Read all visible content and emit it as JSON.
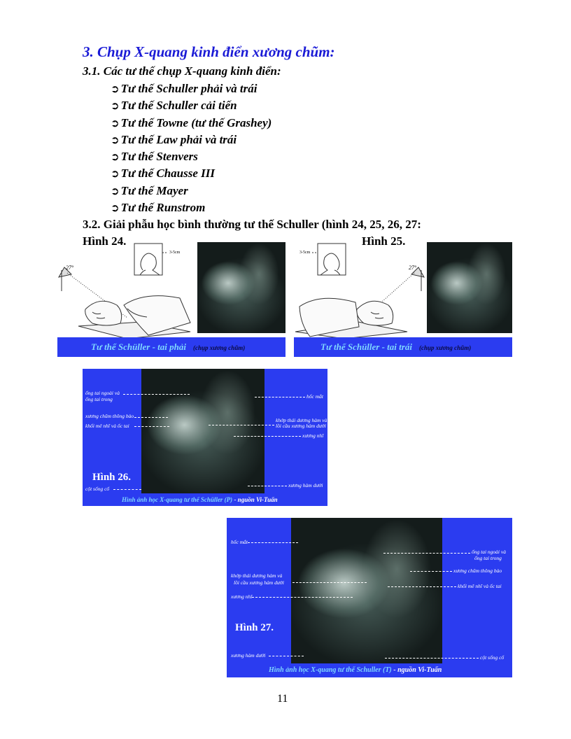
{
  "heading": "3. Chụp X-quang kinh điển xương chũm:",
  "subheading_31": "3.1. Các tư thế chụp X-quang kinh điển:",
  "positions": [
    "Tư thế Schuller phải và trái",
    "Tư thế Schuller cải tiến",
    "Tư thế Towne (tư thế Grashey)",
    "Tư thế Law phải và trái",
    "Tư thế Stenvers",
    "Tư thế Chausse III",
    "Tư thế Mayer",
    "Tư thế Runstrom"
  ],
  "subheading_32": "3.2. Giải phẫu học bình thường tư thế Schuller (hình 24, 25, 26, 27:",
  "figure24": {
    "label": "Hình 24.",
    "caption": "Tư thế Schüller - tai phải",
    "caption_small": "(chụp xương chũm)",
    "angle": "27°",
    "scale": "3-5cm"
  },
  "figure25": {
    "label": "Hình 25.",
    "caption": "Tư thế Schüller - tai trái",
    "caption_small": "(chụp xương chũm)",
    "angle": "27°",
    "scale": "3-5cm"
  },
  "figure26": {
    "label": "Hình 26.",
    "caption_main": "Hình ảnh học X-quang tư thế Schüller (P)",
    "caption_source": " - nguồn Vi-Tuấn",
    "left_labels": [
      "ống tai ngoài và",
      "ống tai trong",
      "xương chũm thông bào",
      "khối mê nhĩ và ốc tai",
      "cột sống cổ"
    ],
    "right_labels": [
      "hốc mắt",
      "khớp thái dương hàm và",
      "lồi cầu xương hàm dưới",
      "xương nhĩ",
      "xương hàm dưới"
    ]
  },
  "figure27": {
    "label": "Hình 27.",
    "caption_main": "Hình ảnh học X-quang tư thế Schuller (T)",
    "caption_source": " - nguồn Vi-Tuấn",
    "left_labels": [
      "hốc mắt",
      "khớp thái dương hàm và",
      "lồi cầu xương hàm dưới",
      "xương nhĩ",
      "xương hàm dưới"
    ],
    "right_labels": [
      "ống tai ngoài và",
      "ống tai trong",
      "xương chũm thông bào",
      "khối mê nhĩ và ốc tai",
      "cột sống cổ"
    ]
  },
  "page_number": "11",
  "colors": {
    "heading": "#1a1ad6",
    "panel": "#2b3cf0",
    "caption": "#7fd8ff"
  },
  "icons": {
    "bullet": "right-arrow-icon"
  }
}
